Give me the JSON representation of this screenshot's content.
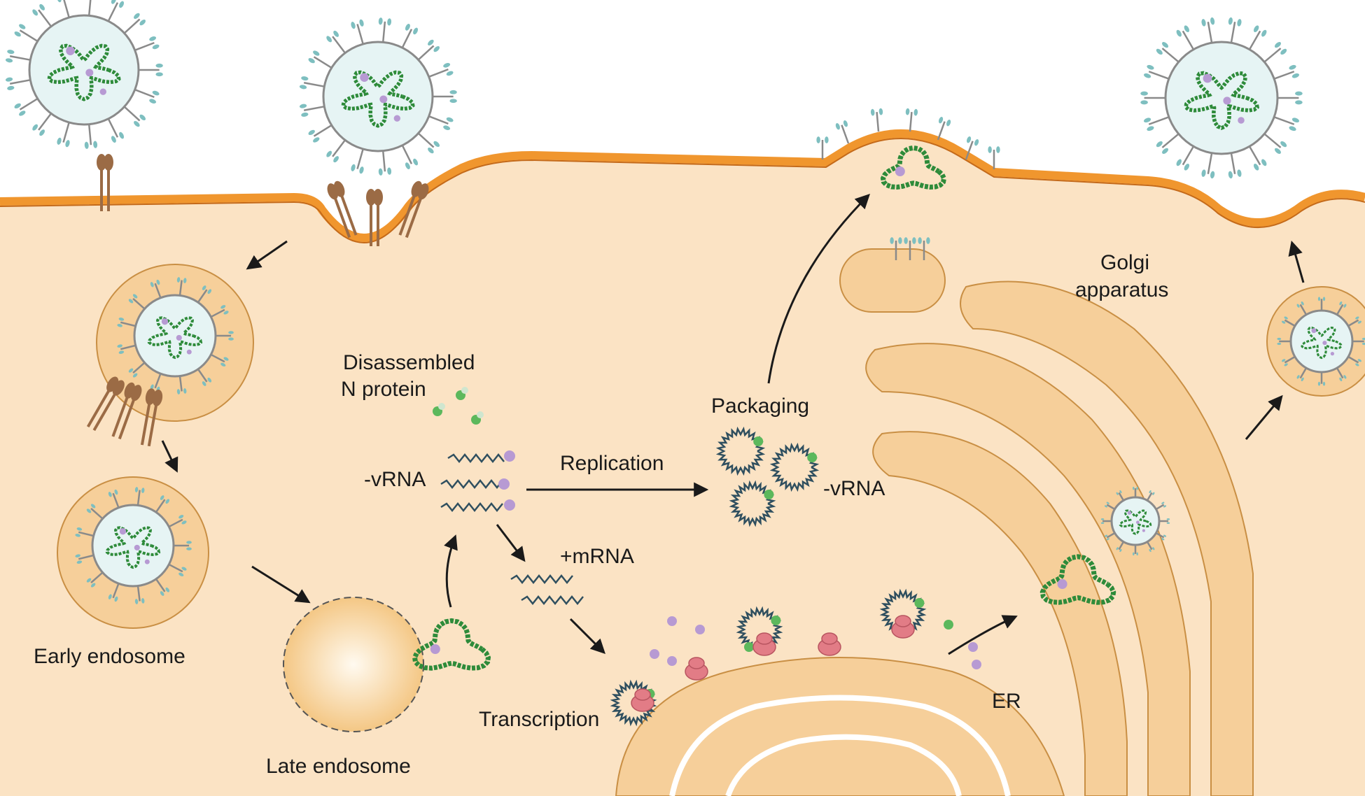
{
  "labels": {
    "disassembled_line1": "Disassembled",
    "disassembled_line2": "N protein",
    "vrna_left": "-vRNA",
    "replication": "Replication",
    "packaging": "Packaging",
    "vrna_right": "-vRNA",
    "mrna": "+mRNA",
    "golgi_line1": "Golgi",
    "golgi_line2": "apparatus",
    "early_endosome": "Early endosome",
    "late_endosome": "Late endosome",
    "transcription": "Transcription",
    "er": "ER"
  },
  "colors": {
    "cytoplasm": "#fbe3c4",
    "membrane": "#f0962e",
    "membrane_dark": "#c46a1a",
    "organelle": "#f6cf9a",
    "organelle_edge": "#c98f44",
    "virion_interior": "#e6f4f4",
    "spike": "#7ebfc0",
    "rna": "#2e8b3a",
    "rna_bead": "#5cb85c",
    "protein_purple": "#b79ad3",
    "ribosome": "#e27c86",
    "receptor": "#9b6b45"
  },
  "icons": [
    "virion-icon",
    "receptor-icon",
    "ribosome-icon",
    "arrow-icon"
  ]
}
